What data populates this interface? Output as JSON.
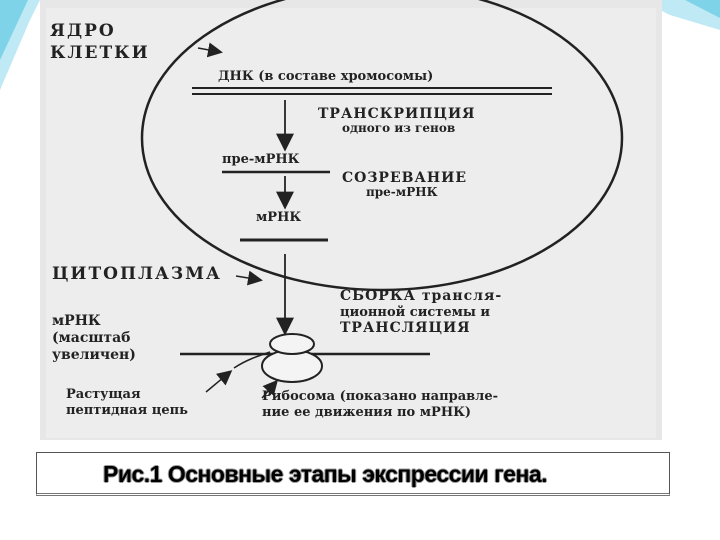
{
  "diagram": {
    "nucleus_label_1": "ЯДРО",
    "nucleus_label_2": "КЛЕТКИ",
    "dna_label": "ДНК (в составе хромосомы)",
    "transcription_label_1": "ТРАНСКРИПЦИЯ",
    "transcription_label_2": "одного из генов",
    "pre_mrna_label": "пре-мРНК",
    "maturation_label_1": "СОЗРЕВАНИЕ",
    "maturation_label_2": "пре-мРНК",
    "mrna_label": "мРНК",
    "cytoplasm_label": "ЦИТОПЛАЗМА",
    "assembly_label_1": "СБОРКА трансля-",
    "assembly_label_2": "ционной системы и",
    "assembly_label_3": "ТРАНСЛЯЦИЯ",
    "mrna_scale_label_1": "мРНК",
    "mrna_scale_label_2": "(масштаб",
    "mrna_scale_label_3": "увеличен)",
    "peptide_label_1": "Растущая",
    "peptide_label_2": "пептидная цепь",
    "ribosome_label_1": "Рибосома (показано направле-",
    "ribosome_label_2": "ние ее движения по мРНК)"
  },
  "caption": "Рис.1 Основные этапы экспрессии гена.",
  "colors": {
    "accent_cyan": "#7fd3e8",
    "scan_background": "#ececec",
    "ink": "#222222"
  }
}
